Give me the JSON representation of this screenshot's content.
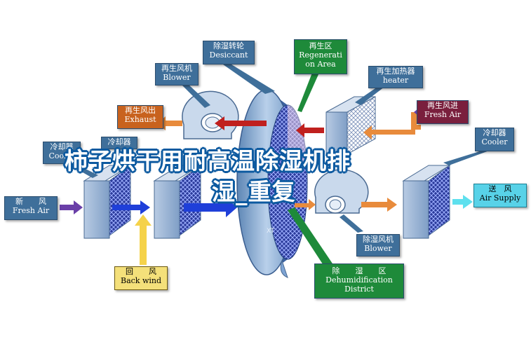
{
  "colors": {
    "label_blue": "#3f6f9a",
    "label_maroon": "#7a1f3d",
    "label_orange": "#c8621e",
    "label_green": "#1e8a3a",
    "label_yellow": "#f4e07a",
    "label_cyan": "#58d2e8",
    "arrow_blue": "#1f3fd9",
    "arrow_red": "#c0201e",
    "arrow_orange": "#e88b3c",
    "arrow_purple": "#6a3fa8",
    "arrow_yellow": "#f5d24a",
    "arrow_cyan": "#5ee0ee",
    "arrow_green": "#1e8a3a"
  },
  "labels": {
    "desiccant": {
      "cn": "除湿转轮",
      "en": "Desiccant"
    },
    "regeneration": {
      "cn": "再生区",
      "en1": "Regenerati",
      "en2": "on Area"
    },
    "regen_blower": {
      "cn": "再生风机",
      "en": "Blower"
    },
    "regen_heater": {
      "cn": "再生加热器",
      "en": "heater"
    },
    "exhaust": {
      "cn": "再生风出",
      "en": "Exhaust"
    },
    "fresh_air_regen": {
      "cn": "再生风进",
      "en": "Fresh Air"
    },
    "cooler_left": {
      "cn": "冷却器",
      "en": "Cooler"
    },
    "cooler_mid": {
      "cn": "冷却器"
    },
    "cooler_right": {
      "cn": "冷却器",
      "en": "Cooler"
    },
    "fresh_air": {
      "cn": "新　　风",
      "en": "Fresh Air"
    },
    "air_supply": {
      "cn": "送　风",
      "en": "Air Supply"
    },
    "process_blower": {
      "cn": "除湿风机",
      "en": "Blower"
    },
    "back_wind": {
      "cn": "回　　风",
      "en": "Back wind"
    },
    "dehumid": {
      "cn": "除　　湿　　区",
      "en1": "Dehumidification",
      "en2": "District"
    }
  },
  "watermark": {
    "line1": "柿子烘干用耐高温除湿机排",
    "line2": "湿_重复"
  },
  "wheel_mark": "XT"
}
